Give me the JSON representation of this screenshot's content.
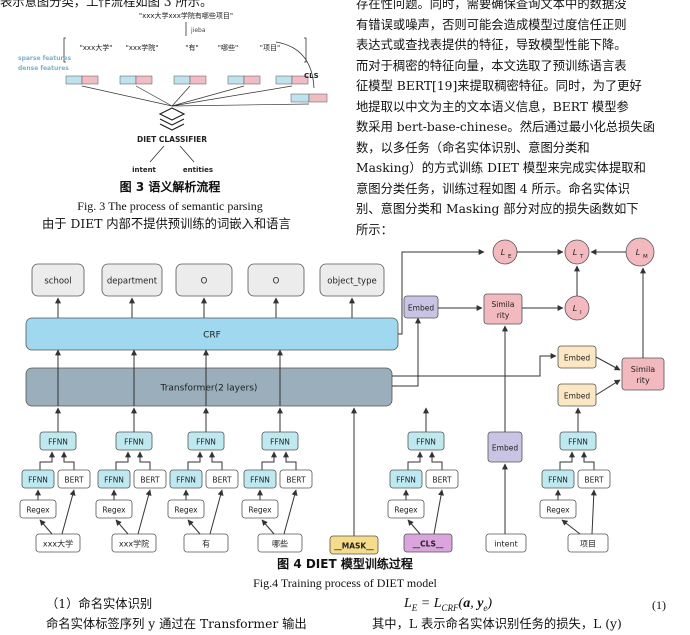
{
  "top_left": {
    "header_text": "表示意图分类，工作流程如图 3 所示。",
    "fig3": {
      "quote": "\"xxx大学xxx学院有哪些项目\"",
      "jieba": "jieba",
      "tokens": [
        "\"xxx大学\"",
        "\"xxx学院\"",
        "\"有\"",
        "\"哪些\"",
        "\"项目\""
      ],
      "sparse_label": "sparse features",
      "dense_label": "dense features",
      "cls": "CLS",
      "diet_label": "DIET CLASSIFIER",
      "intent": "intent",
      "entities": "entities"
    },
    "fig3_caption_cn": "图 3  语义解析流程",
    "fig3_caption_en": "Fig. 3  The process of semantic parsing",
    "body_line": "由于 DIET 内部不提供预训练的词嵌入和语言"
  },
  "right_para": [
    "存在性问题。同时，需要确保查询文本中的数据没",
    "有错误或噪声，否则可能会造成模型过度信任正则",
    "表达式或查找表提供的特征，导致模型性能下降。",
    "而对于稠密的特征向量，本文选取了预训练语言表",
    "征模型 BERT[19]来提取稠密特征。同时，为了更好",
    "地提取以中文为主的文本语义信息，BERT 模型参",
    "数采用 bert-base-chinese。然后通过最小化总损失函",
    "数，以多任务（命名实体识别、意图分类和",
    "Masking）的方式训练 DIET 模型来完成实体提取和",
    "意图分类任务，训练过程如图 4 所示。命名实体识",
    "别、意图分类和 Masking 部分对应的损失函数如下",
    "所示："
  ],
  "fig4": {
    "outputs": [
      "school",
      "department",
      "O",
      "O",
      "object_type"
    ],
    "crf": "CRF",
    "transformer": "Transformer(2 layers)",
    "ffnn": "FFNN",
    "bert": "BERT",
    "regex": "Regex",
    "embed": "Embed",
    "similarity": "Simila\nrity",
    "mask": "__MASK__",
    "cls": "__CLS__",
    "intent": "intent",
    "inputs": [
      "xxx大学",
      "xxx学院",
      "有",
      "哪些"
    ],
    "label_input": "项目",
    "losses": {
      "LE": "L",
      "LE_sub": "E",
      "LT_sub": "T",
      "LI_sub": "I",
      "LM_sub": "M"
    }
  },
  "fig4_caption_cn": "图 4  DIET 模型训练过程",
  "fig4_caption_en": "Fig.4  Training process of DIET model",
  "bottom": {
    "section": "（1）命名实体识别",
    "equation": "L_E = L_CRF(a, y_e)",
    "eq_num": "(1)",
    "left_line": "命名实体标签序列 y 通过在 Transformer 输出",
    "right_line": "其中，L  表示命名实体识别任务的损失，L   (y)"
  },
  "colors": {
    "crf_blue": "#9fd8ef",
    "transformer_grey": "#9aaebb",
    "ffnn_cyan": "#bfe9f0",
    "embed_purple": "#c9c3e4",
    "sim_pink": "#f2b9bf",
    "embed_yellow": "#fbe7c4",
    "mask_yellow": "#f5dc8a",
    "cls_purple": "#d9a5dc"
  }
}
